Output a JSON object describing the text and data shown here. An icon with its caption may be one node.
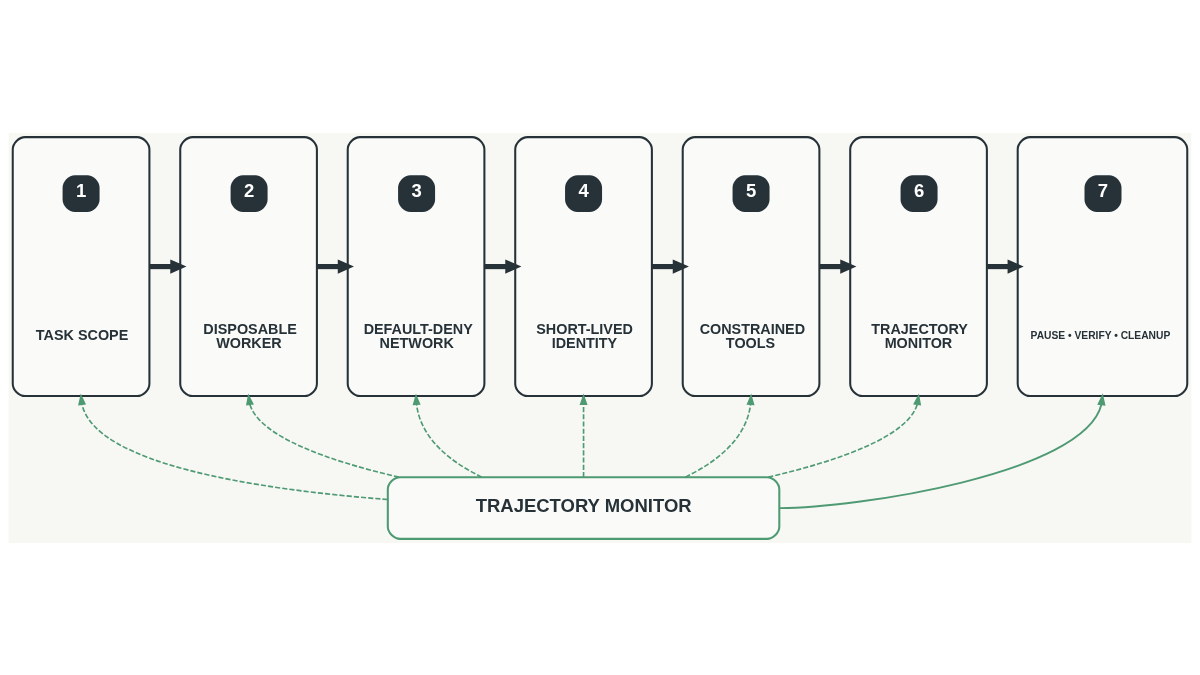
{
  "diagram": {
    "nodes": [
      {
        "text": [
          "1",
          "TASK SCOPE"
        ]
      },
      {
        "text": [
          "2",
          "DISPOSABLE WORKER"
        ]
      },
      {
        "text": [
          "3",
          "DEFAULT-DENY NETWORK"
        ]
      },
      {
        "text": [
          "4",
          "SHORT-LIVED IDENTITY"
        ]
      },
      {
        "text": [
          "5",
          "CONSTRAINED TOOLS"
        ]
      },
      {
        "text": [
          "6",
          "TRAJECTORY MONITOR"
        ]
      },
      {
        "text": [
          "7",
          "PAUSE • VERIFY • CLEANUP"
        ]
      },
      {
        "text": [
          "TRAJECTORY MONITOR"
        ]
      }
    ],
    "edges": [
      {
        "from": 0,
        "to": 1,
        "arrow": "to",
        "style": "thick",
        "color": "#263238"
      },
      {
        "from": 1,
        "to": 2,
        "arrow": "to",
        "style": "thick",
        "color": "#263238"
      },
      {
        "from": 2,
        "to": 3,
        "arrow": "to",
        "style": "thick",
        "color": "#263238"
      },
      {
        "from": 3,
        "to": 4,
        "arrow": "to",
        "style": "thick",
        "color": "#263238"
      },
      {
        "from": 4,
        "to": 5,
        "arrow": "to",
        "style": "thick",
        "color": "#263238"
      },
      {
        "from": 5,
        "to": 6,
        "arrow": "to",
        "style": "thick",
        "color": "#263238"
      },
      {
        "from": 7,
        "to": 0,
        "arrow": "to",
        "style": "dashed"
      },
      {
        "from": 7,
        "to": 1,
        "arrow": "to",
        "style": "dashed"
      },
      {
        "from": 7,
        "to": 2,
        "arrow": "to",
        "style": "dashed"
      },
      {
        "from": 7,
        "to": 3,
        "arrow": "to",
        "style": "dashed"
      },
      {
        "from": 7,
        "to": 4,
        "arrow": "to",
        "style": "dashed"
      },
      {
        "from": 7,
        "to": 5,
        "arrow": "to",
        "style": "dashed"
      },
      {
        "from": 7,
        "to": 6,
        "arrow": "to"
      }
    ]
  }
}
